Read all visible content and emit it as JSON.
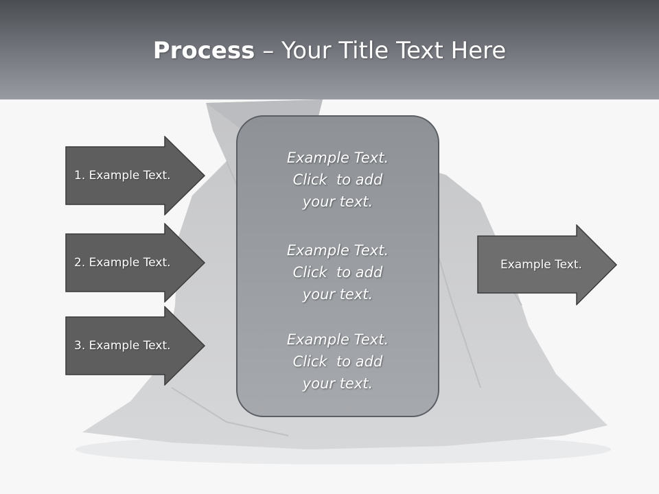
{
  "slide": {
    "title_bold": "Process",
    "title_rest": " – Your Title Text Here"
  },
  "input_arrows": [
    {
      "label": "1. Example Text."
    },
    {
      "label": "2. Example Text."
    },
    {
      "label": "3. Example Text."
    }
  ],
  "center_box": {
    "blocks": [
      {
        "line1": "Example Text.",
        "line2": "Click  to add",
        "line3": "your text."
      },
      {
        "line1": "Example Text.",
        "line2": "Click  to add",
        "line3": "your text."
      },
      {
        "line1": "Example Text.",
        "line2": "Click  to add",
        "line3": "your text."
      }
    ]
  },
  "output_arrow": {
    "label": "Example Text."
  },
  "colors": {
    "header_dark": "#4a4d52",
    "arrow_fill": "#5e5e5e",
    "output_arrow_fill": "#6e6e6e",
    "box_fill": "#9a9da1"
  },
  "background_image": "garbage-bag"
}
